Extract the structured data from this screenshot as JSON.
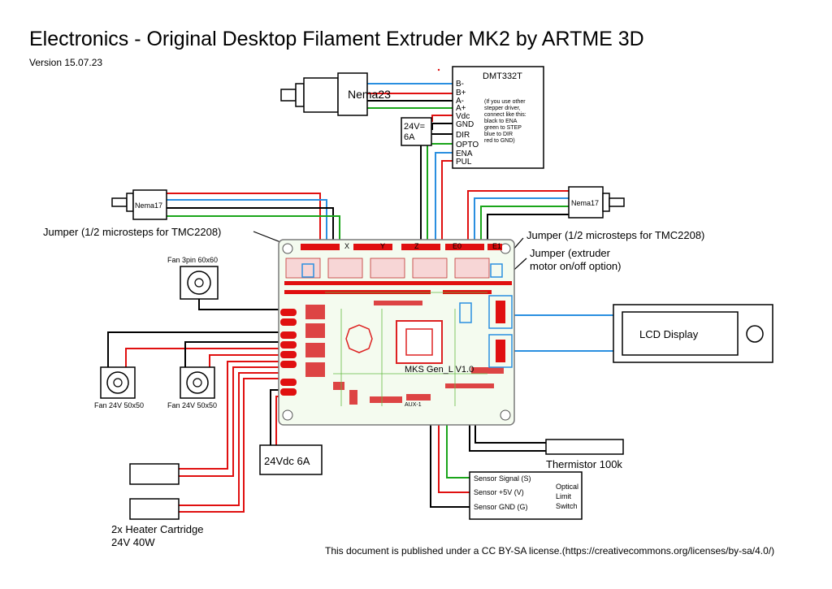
{
  "header": {
    "title": "Electronics - Original Desktop Filament Extruder MK2 by ARTME 3D",
    "version": "Version 15.07.23"
  },
  "driver": {
    "name": "DMT332T",
    "pins_top": [
      "B-",
      "B+",
      "A-",
      "A+",
      "Vdc",
      "GND"
    ],
    "pins_bottom": [
      "DIR",
      "OPTO",
      "ENA",
      "PUL"
    ],
    "note": [
      "(If you use other",
      "stepper driver,",
      "connect like this:",
      "black to ENA",
      "green to STEP",
      "blue to DIR",
      "red to GND)"
    ]
  },
  "motors": {
    "nema23": "Nema23",
    "nema17_left": "Nema17",
    "nema17_right": "Nema17"
  },
  "psu_driver": [
    "24V=",
    "6A"
  ],
  "jumpers": {
    "left": "Jumper (1/2 microsteps for TMC2208)",
    "right": "Jumper (1/2 microsteps for TMC2208)",
    "extruder": [
      "Jumper (extruder",
      "motor on/off option)"
    ]
  },
  "fans": {
    "fan_3pin": "Fan 3pin 60x60",
    "fan_24v_1": "Fan 24V 50x50",
    "fan_24v_2": "Fan 24V 50x50"
  },
  "board": {
    "name": "MKS  Gen_L V1.0",
    "axis_labels": [
      "X",
      "Y",
      "Z",
      "E0",
      "E1"
    ],
    "aux_label": "AUX-1"
  },
  "lcd": {
    "label": "LCD Display"
  },
  "psu_main": "24Vdc 6A",
  "thermistor": "Thermistor 100k",
  "sensor": {
    "signal": "Sensor Signal (S)",
    "vcc": "Sensor +5V (V)",
    "gnd": "Sensor GND (G)",
    "type": [
      "Optical",
      "Limit",
      "Switch"
    ]
  },
  "heater": [
    "2x Heater Cartridge",
    "24V 40W"
  ],
  "license": "This document is published under a CC BY-SA license.(https://creativecommons.org/licenses/by-sa/4.0/)",
  "colors": {
    "red": "#e01010",
    "black": "#000000",
    "blue": "#2a8fe0",
    "green": "#1aa51a",
    "board": "#f4fbef",
    "board_trace": "#66bb44"
  }
}
